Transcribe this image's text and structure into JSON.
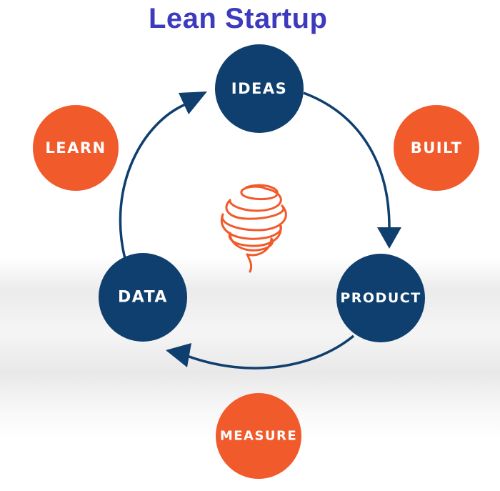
{
  "title": "Lean Startup",
  "colors": {
    "title": "#3d3bbd",
    "navy": "#0f3f6f",
    "orange": "#f15a2b",
    "arrow": "#0f3f6f"
  },
  "cycle_nodes": {
    "ideas": "IDEAS",
    "product": "PRODUCT",
    "data": "DATA"
  },
  "action_nodes": {
    "built": "BUILT",
    "measure": "MEASURE",
    "learn": "LEARN"
  },
  "center_icon": "tornado-spiral-icon"
}
